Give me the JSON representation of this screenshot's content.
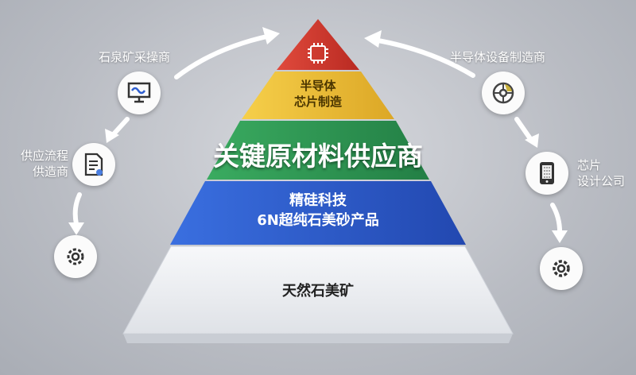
{
  "pyramid": {
    "top_icon": "chip-icon",
    "layer2": [
      "半导体",
      "芯片制造"
    ],
    "title": "关键原材料供应商",
    "layer4": [
      "精硅科技",
      "6N超纯石美砂产品"
    ],
    "base": "天然石美矿"
  },
  "left": {
    "node1": {
      "label": "石泉矿采操商",
      "icon": "monitor-icon"
    },
    "node2": {
      "label": [
        "供应流程",
        "供造商"
      ],
      "icon": "document-icon"
    },
    "node3": {
      "icon": "gear-icon"
    }
  },
  "right": {
    "node1": {
      "label": "半导体设备制造商",
      "icon": "target-icon"
    },
    "node2": {
      "label": [
        "芯片",
        "设计公司"
      ],
      "icon": "phone-icon"
    },
    "node3": {
      "icon": "gear-icon"
    }
  },
  "colors": {
    "red": "#d63a2f",
    "yellow": "#f0c23a",
    "green": "#2e9a55",
    "blue": "#2f5fd0",
    "base": "#eef0f3"
  }
}
